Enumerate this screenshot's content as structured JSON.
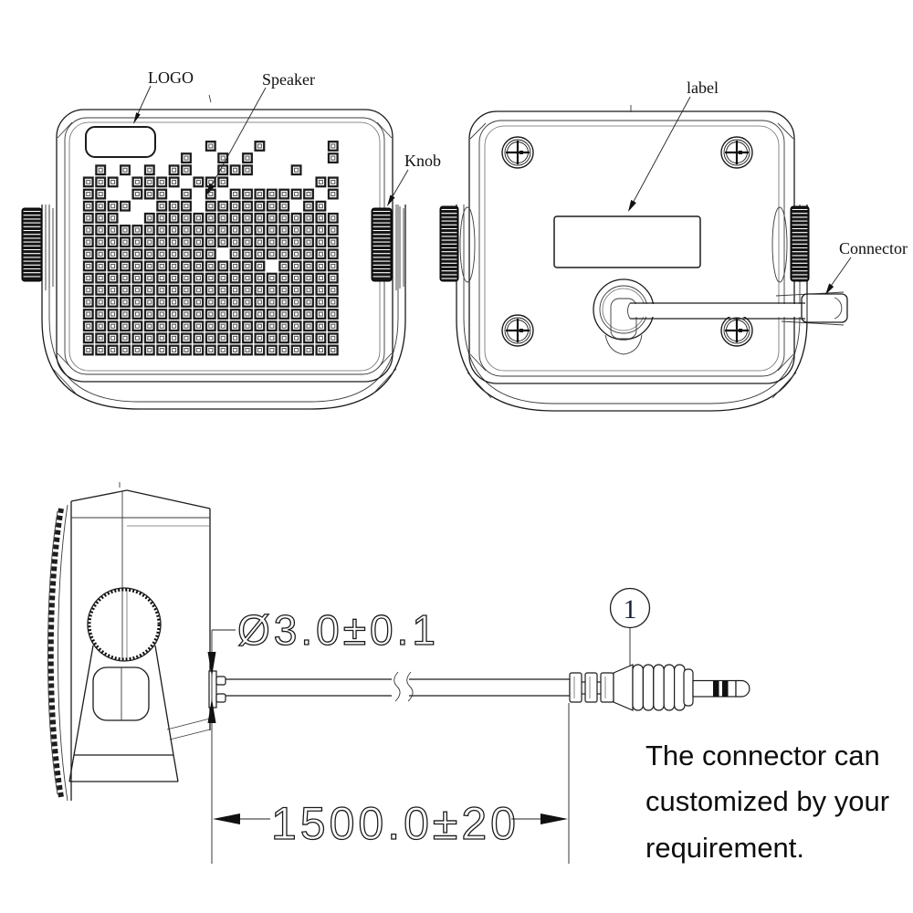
{
  "annotations": {
    "logo": "LOGO",
    "speaker": "Speaker",
    "knob": "Knob",
    "label": "label",
    "connector": "Connector",
    "balloon": "1"
  },
  "dimensions": {
    "cable_diameter": "Ø3.0±0.1",
    "cable_length": "1500.0±20"
  },
  "note": {
    "line1": "The connector can",
    "line2": "customized by your",
    "line3": "requirement."
  },
  "colors": {
    "line": "#1b1b1b",
    "background": "#ffffff"
  }
}
